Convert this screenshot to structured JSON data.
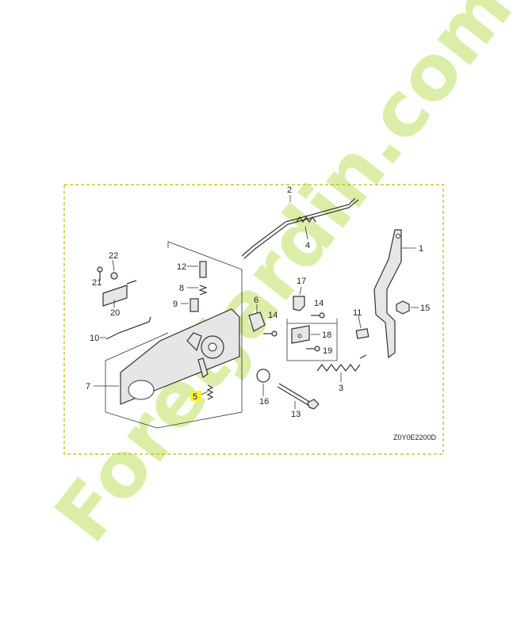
{
  "diagram": {
    "code": "Z0Y0E2200D",
    "highlighted_part": "5",
    "highlight_color": "#f5f53a",
    "border_color": "#c9b300",
    "parts": [
      {
        "id": "p1",
        "label": "1"
      },
      {
        "id": "p2",
        "label": "2"
      },
      {
        "id": "p3",
        "label": "3"
      },
      {
        "id": "p4",
        "label": "4"
      },
      {
        "id": "p5",
        "label": "5"
      },
      {
        "id": "p6",
        "label": "6"
      },
      {
        "id": "p7",
        "label": "7"
      },
      {
        "id": "p8",
        "label": "8"
      },
      {
        "id": "p9",
        "label": "9"
      },
      {
        "id": "p10",
        "label": "10"
      },
      {
        "id": "p11",
        "label": "11"
      },
      {
        "id": "p12",
        "label": "12"
      },
      {
        "id": "p13",
        "label": "13"
      },
      {
        "id": "p14a",
        "label": "14"
      },
      {
        "id": "p14b",
        "label": "14"
      },
      {
        "id": "p15",
        "label": "15"
      },
      {
        "id": "p16",
        "label": "16"
      },
      {
        "id": "p17",
        "label": "17"
      },
      {
        "id": "p18",
        "label": "18"
      },
      {
        "id": "p19",
        "label": "19"
      },
      {
        "id": "p20",
        "label": "20"
      },
      {
        "id": "p21",
        "label": "21"
      },
      {
        "id": "p22",
        "label": "22"
      }
    ]
  },
  "watermark": {
    "text": "ForetJardin.com",
    "colors": {
      "green": "#d4ec9a",
      "orange": "#f6cb8a",
      "gray": "#d8d4cd"
    }
  }
}
